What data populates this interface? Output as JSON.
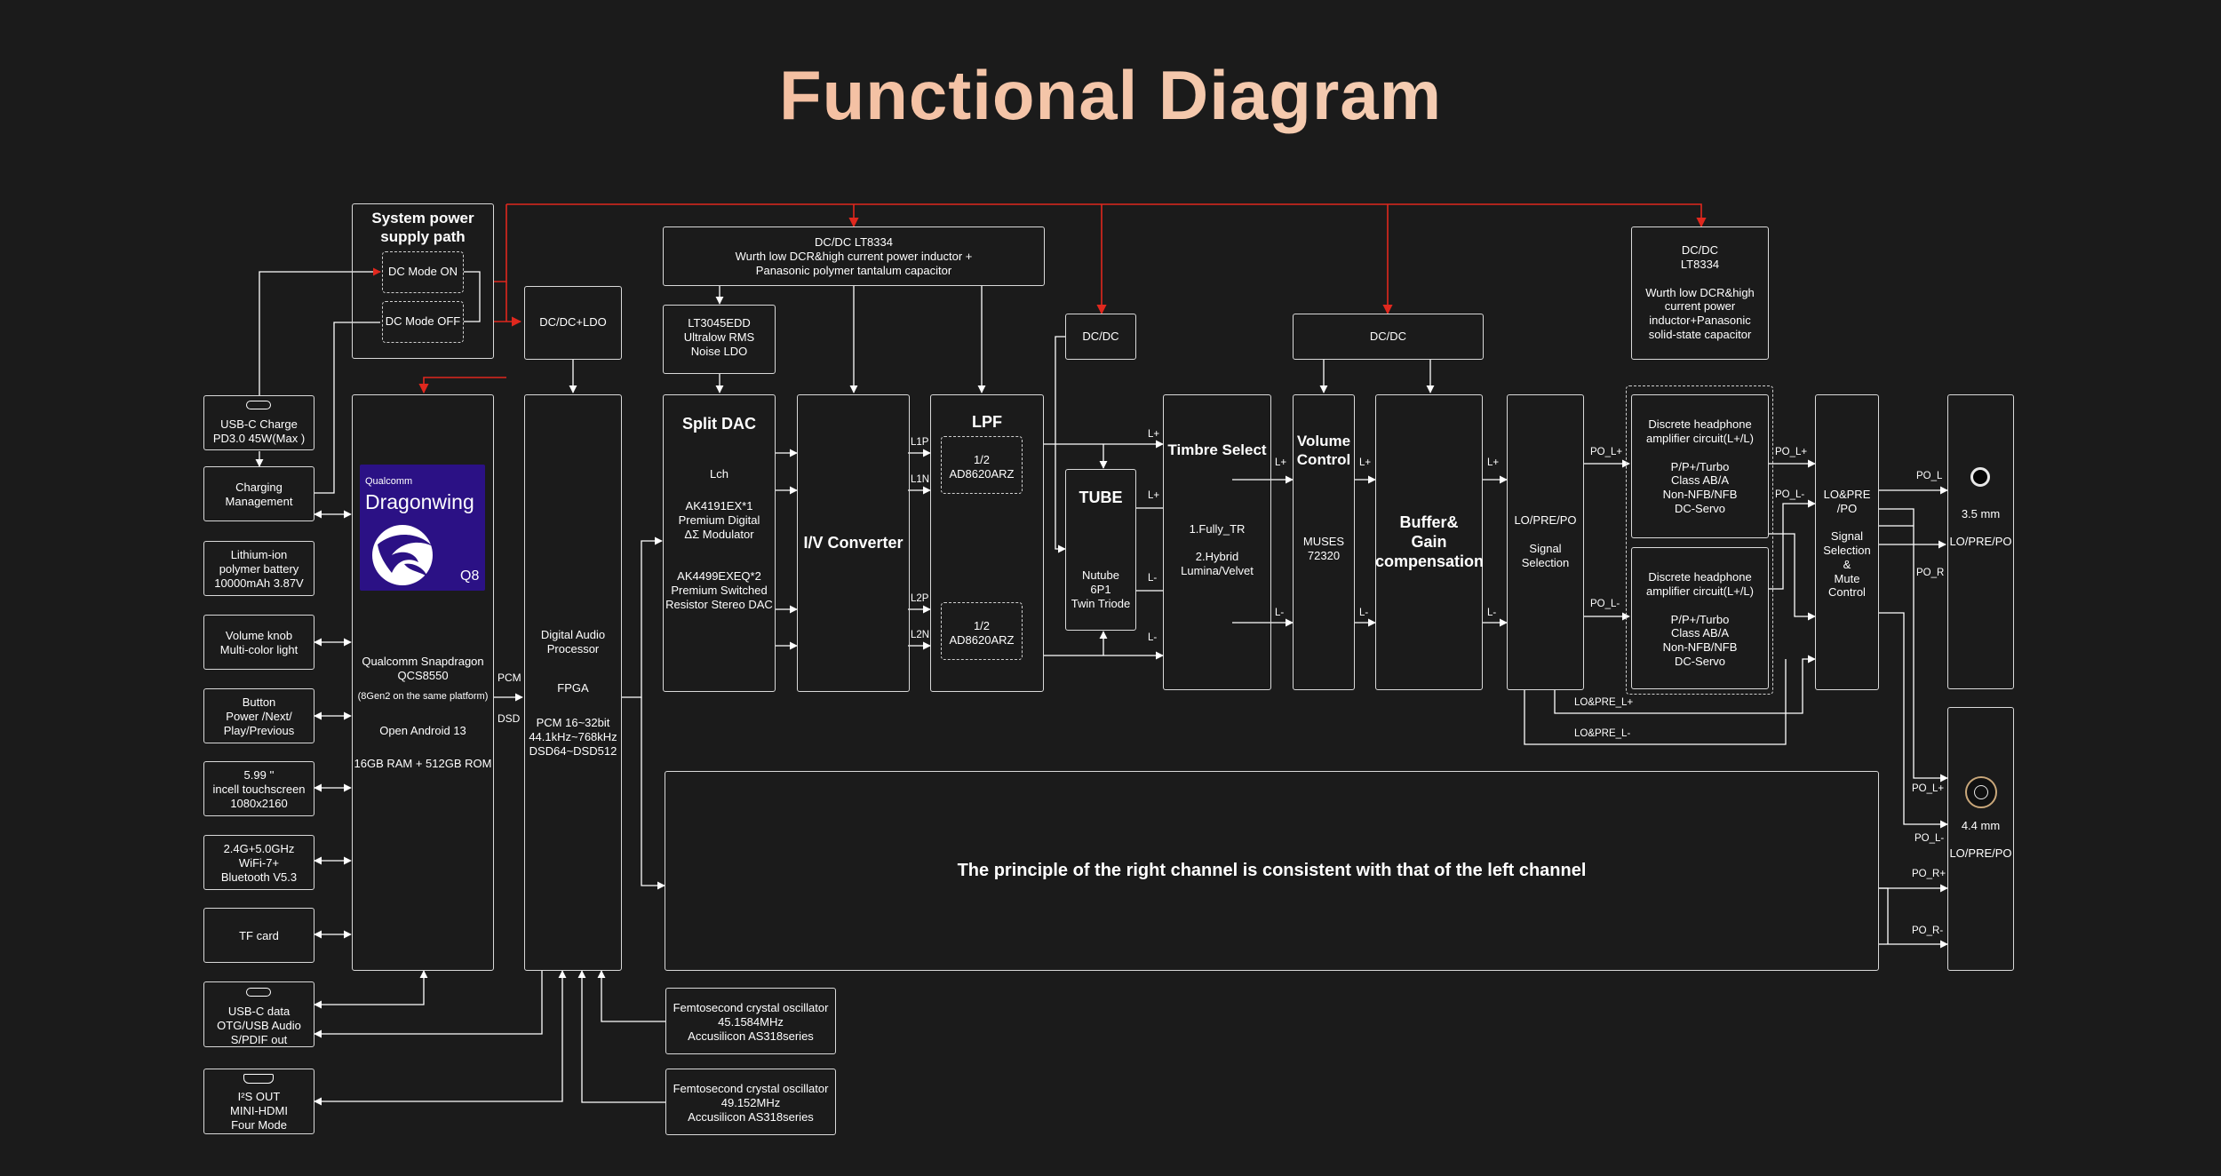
{
  "title": "Functional Diagram",
  "power": {
    "system_title": "System power\nsupply path",
    "dc_on": "DC Mode ON",
    "dc_off": "DC Mode OFF",
    "dcdc_top": "DC/DC  LT8334\nWurth low DCR&high current power inductor +\nPanasonic polymer tantalum capacitor",
    "dcdc_right": "DC/DC\nLT8334\n\nWurth low DCR&high\ncurrent power\ninductor+Panasonic\nsolid-state capacitor",
    "dcdc_ldo": "DC/DC+LDO",
    "dcdc_tube": "DC/DC",
    "dcdc_vol": "DC/DC",
    "ldo": "LT3045EDD\nUltralow RMS\nNoise LDO"
  },
  "left_column": {
    "usb_charge": "USB-C Charge\nPD3.0 45W(Max )",
    "charging": "Charging\nManagement",
    "battery": "Lithium-ion\npolymer battery\n10000mAh 3.87V",
    "volume_knob": "Volume knob\nMulti-color light",
    "button": "Button\nPower /Next/\nPlay/Previous",
    "touchscreen": "5.99 ''\nincell touchscreen\n1080x2160",
    "wifi": "2.4G+5.0GHz\nWiFi-7+\nBluetooth V5.3",
    "tf": "TF  card",
    "usb_data": "USB-C data\nOTG/USB Audio\nS/PDIF out",
    "i2s": "I²S  OUT\nMINI-HDMI\nFour Mode"
  },
  "soc": {
    "brand_small": "Qualcomm",
    "brand_big": "Dragonwing",
    "brand_model": "Q8",
    "name": "Qualcomm  Snapdragon\nQCS8550",
    "note": "(8Gen2 on the same platform)",
    "os": "Open Android 13",
    "memory": "16GB RAM + 512GB ROM"
  },
  "dap": {
    "title": "Digital Audio\nProcessor",
    "fpga": "FPGA",
    "spec": "PCM 16~32bit\n44.1kHz~768kHz\nDSD64~DSD512",
    "pcm": "PCM",
    "dsd": "DSD"
  },
  "oscillators": [
    "Femtosecond crystal oscillator\n45.1584MHz\nAccusilicon  AS318series",
    "Femtosecond crystal oscillator\n49.152MHz\nAccusilicon  AS318series"
  ],
  "dac": {
    "title": "Split DAC",
    "channel": "Lch",
    "chip1": "AK4191EX*1\nPremium Digital\nΔΣ Modulator",
    "chip2": "AK4499EXEQ*2\nPremium Switched\nResistor Stereo DAC"
  },
  "iv": {
    "title": "I/V Converter"
  },
  "lpf": {
    "title": "LPF",
    "opamp1": "1/2\nAD8620ARZ",
    "opamp2": "1/2\nAD8620ARZ"
  },
  "tube": {
    "title": "TUBE",
    "detail": "Nutube\n6P1\nTwin Triode"
  },
  "timbre": {
    "title": "Timbre Select",
    "opt1": "1.Fully_TR",
    "opt2": "2.Hybrid\nLumina/Velvet"
  },
  "volume": {
    "title": "Volume\nControl",
    "chip": "MUSES\n72320"
  },
  "buffer": {
    "title": "Buffer&\nGain\ncompensation"
  },
  "selection1": {
    "mode": "LO/PRE/PO",
    "label": "Signal\nSelection"
  },
  "amps": [
    "Discrete headphone\namplifier circuit(L+/L)\n\nP/P+/Turbo\nClass AB/A\nNon-NFB/NFB\nDC-Servo",
    "Discrete headphone\namplifier circuit(L+/L)\n\nP/P+/Turbo\nClass AB/A\nNon-NFB/NFB\nDC-Servo"
  ],
  "selection2": {
    "mode": "LO&PRE\n/PO",
    "label": "Signal\nSelection\n&\nMute\nControl"
  },
  "outputs": {
    "jack35_size": "3.5 mm",
    "jack35_mode": "LO/PRE/PO",
    "jack44_size": "4.4 mm",
    "jack44_mode": "LO/PRE/PO"
  },
  "right_channel_note": "The principle of the right channel is consistent with that of the left channel",
  "wire_labels": {
    "l1p": "L1P",
    "l1n": "L1N",
    "l2p": "L2P",
    "l2n": "L2N",
    "lp": "L+",
    "lm": "L-",
    "po_lp": "PO_L+",
    "po_lm": "PO_L-",
    "lopre_lp": "LO&PRE_L+",
    "lopre_lm": "LO&PRE_L-",
    "po_l": "PO_L",
    "po_r": "PO_R",
    "po_rp": "PO_R+",
    "po_rm": "PO_R-"
  },
  "colors": {
    "background": "#1b1b1b",
    "wire": "#ffffff",
    "power_wire": "#e0281e",
    "dragonwing": "#2b1185",
    "title_gradient": [
      "#f2b08e",
      "#f6dcc6"
    ]
  }
}
